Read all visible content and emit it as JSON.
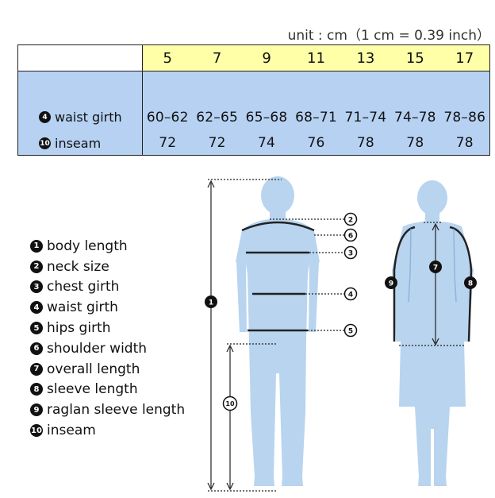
{
  "unit_note": "unit : cm（1 cm = 0.39 inch）",
  "sizes": [
    "5",
    "7",
    "9",
    "11",
    "13",
    "15",
    "17"
  ],
  "rows": [
    {
      "num": "4",
      "label": "waist girth",
      "values": [
        "60–62",
        "62–65",
        "65–68",
        "68–71",
        "71–74",
        "74–78",
        "78–86"
      ]
    },
    {
      "num": "10",
      "label": "inseam",
      "values": [
        "72",
        "72",
        "74",
        "76",
        "78",
        "78",
        "78"
      ]
    }
  ],
  "legend": [
    {
      "num": "1",
      "label": "body length"
    },
    {
      "num": "2",
      "label": "neck size"
    },
    {
      "num": "3",
      "label": "chest girth"
    },
    {
      "num": "4",
      "label": "waist girth"
    },
    {
      "num": "5",
      "label": "hips girth"
    },
    {
      "num": "6",
      "label": "shoulder width"
    },
    {
      "num": "7",
      "label": "overall length"
    },
    {
      "num": "8",
      "label": "sleeve length"
    },
    {
      "num": "9",
      "label": "raglan sleeve length"
    },
    {
      "num": "10",
      "label": "inseam"
    }
  ],
  "markers": [
    "1",
    "2",
    "3",
    "4",
    "5",
    "6",
    "7",
    "8",
    "9",
    "10"
  ],
  "colors": {
    "header": "#ffffa8",
    "body_cells": "#b6d1f2",
    "figure": "#b8d4ef"
  }
}
